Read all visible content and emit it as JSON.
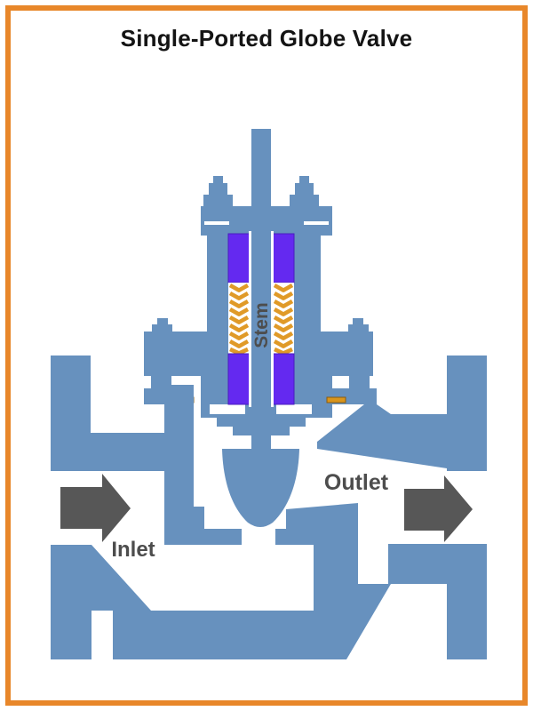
{
  "diagram": {
    "title": "Single-Ported Globe Valve",
    "labels": {
      "stem": "Stem",
      "inlet": "Inlet",
      "outlet": "Outlet"
    },
    "colors": {
      "body_blue": "#6791BE",
      "packing_purple": "#6429F0",
      "packing_purple_edge": "#4A1DBD",
      "spring_orange": "#E09A28",
      "gasket_orange": "#D9951C",
      "gasket_edge": "#8A5C10",
      "arrow_gray": "#575757",
      "label_gray": "#4D4D4D",
      "border_orange": "#E8872A",
      "title_black": "#141414"
    }
  }
}
